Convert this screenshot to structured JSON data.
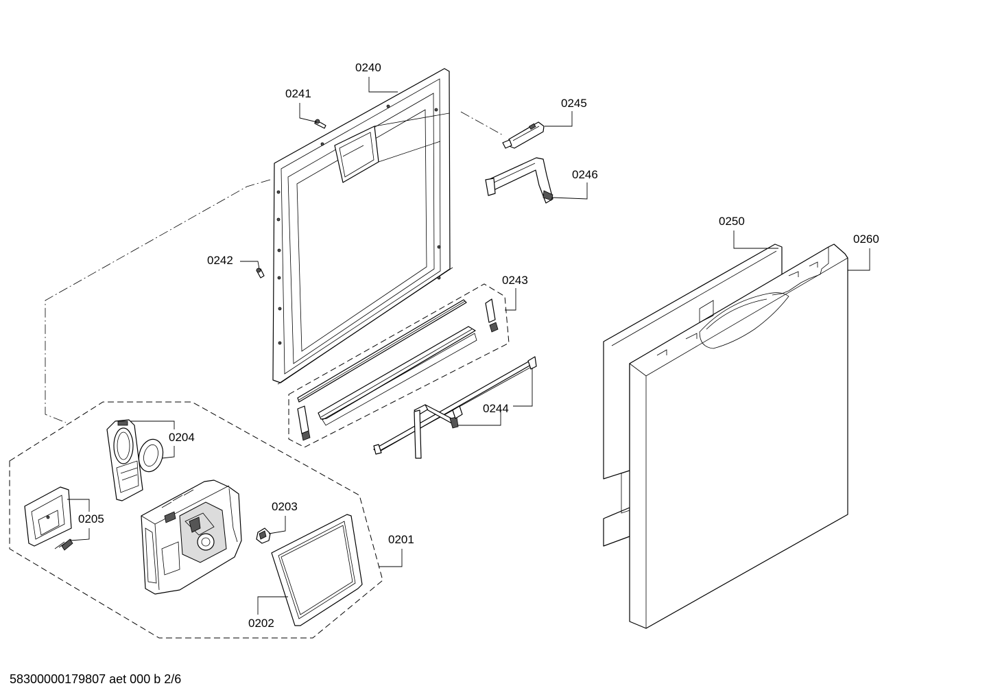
{
  "labels": {
    "p0240": "0240",
    "p0241": "0241",
    "p0245": "0245",
    "p0246": "0246",
    "p0242": "0242",
    "p0243": "0243",
    "p0244": "0244",
    "p0250": "0250",
    "p0260": "0260",
    "p0204": "0204",
    "p0205": "0205",
    "p0203": "0203",
    "p0201": "0201",
    "p0202": "0202"
  },
  "footer": "58300000179807 aet 000 b 2/6"
}
